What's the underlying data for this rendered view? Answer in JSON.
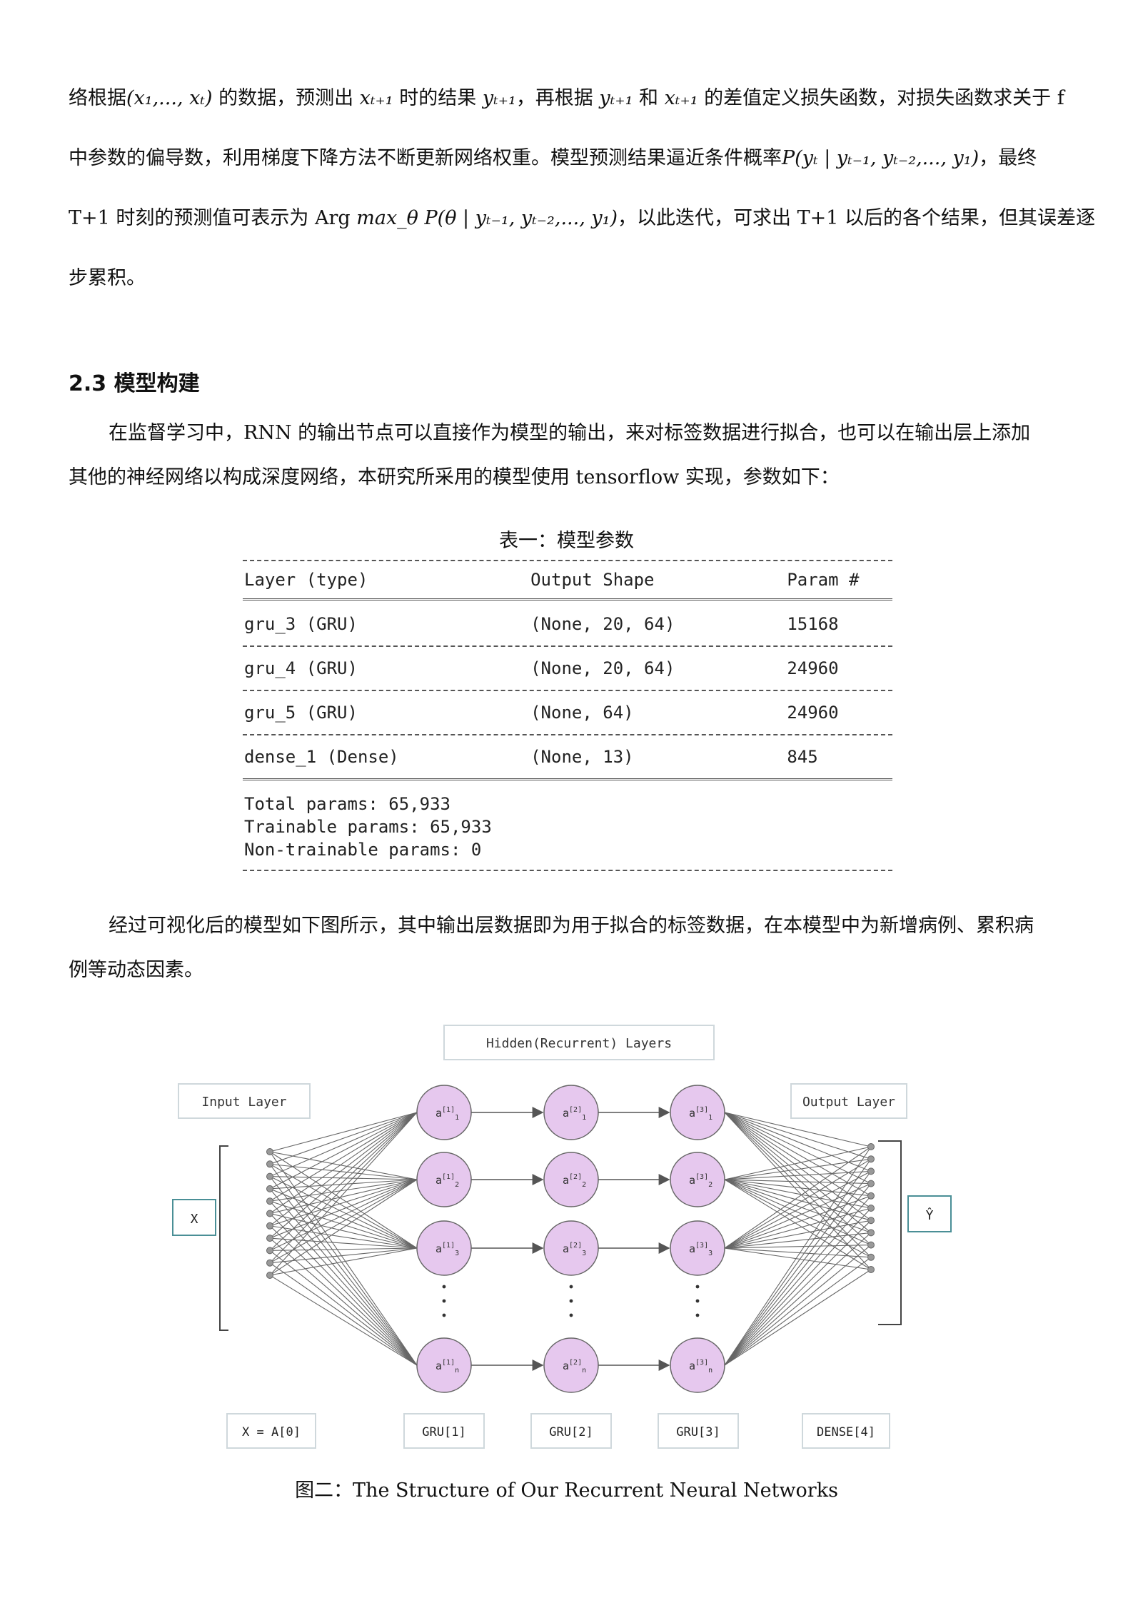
{
  "paragraph1": {
    "line1_a": "络根据",
    "line1_math1": "(x₁,..., xₜ)",
    "line1_b": " 的数据，预测出 ",
    "line1_math2": "xₜ₊₁",
    "line1_c": " 时的结果 ",
    "line1_math3": "yₜ₊₁",
    "line1_d": "，再根据 ",
    "line1_math4": "yₜ₊₁",
    "line1_e": " 和 ",
    "line1_math5": "xₜ₊₁",
    "line1_f": " 的差值定义损失函数，对损失函数求关于 f",
    "line2_a": "中参数的偏导数，利用梯度下降方法不断更新网络权重。模型预测结果逼近条件概率",
    "line2_math": "P(yₜ | yₜ₋₁, yₜ₋₂,..., y₁)",
    "line2_b": "，最终",
    "line3_a": "T+1 时刻的预测值可表示为 Arg ",
    "line3_math": "max_θ P(θ | yₜ₋₁, yₜ₋₂,..., y₁)",
    "line3_b": "，以此迭代，可求出 T+1 以后的各个结果，但其误差逐",
    "line4": "步累积。"
  },
  "heading": "2.3  模型构建",
  "paragraph2": {
    "line1": "在监督学习中，RNN 的输出节点可以直接作为模型的输出，来对标签数据进行拟合，也可以在输出层上添加",
    "line2": "其他的神经网络以构成深度网络，本研究所采用的模型使用 tensorflow 实现，参数如下："
  },
  "table_caption": "表一：模型参数",
  "model_table": {
    "headers": [
      "Layer (type)",
      "Output Shape",
      "Param #"
    ],
    "rows": [
      [
        "gru_3 (GRU)",
        "(None, 20, 64)",
        "15168"
      ],
      [
        "gru_4 (GRU)",
        "(None, 20, 64)",
        "24960"
      ],
      [
        "gru_5 (GRU)",
        "(None, 64)",
        "24960"
      ],
      [
        "dense_1 (Dense)",
        "(None, 13)",
        "845"
      ]
    ],
    "total": "Total params: 65,933",
    "trainable": "Trainable params: 65,933",
    "non_trainable": "Non-trainable params: 0"
  },
  "paragraph3": {
    "line1": "经过可视化后的模型如下图所示，其中输出层数据即为用于拟合的标签数据，在本模型中为新增病例、累积病",
    "line2": "例等动态因素。"
  },
  "figure": {
    "hidden_label": "Hidden(Recurrent) Layers",
    "input_label": "Input Layer",
    "output_label": "Output Layer",
    "x_label": "X",
    "yhat_label": "Ŷ",
    "bottom_labels": [
      "X = A[0]",
      "GRU[1]",
      "GRU[2]",
      "GRU[3]",
      "DENSE[4]"
    ],
    "node_rows": [
      "1",
      "2",
      "3",
      "n"
    ],
    "node_color": "#e6c8ee"
  },
  "figure_caption": "图二：The Structure of Our Recurrent Neural Networks"
}
